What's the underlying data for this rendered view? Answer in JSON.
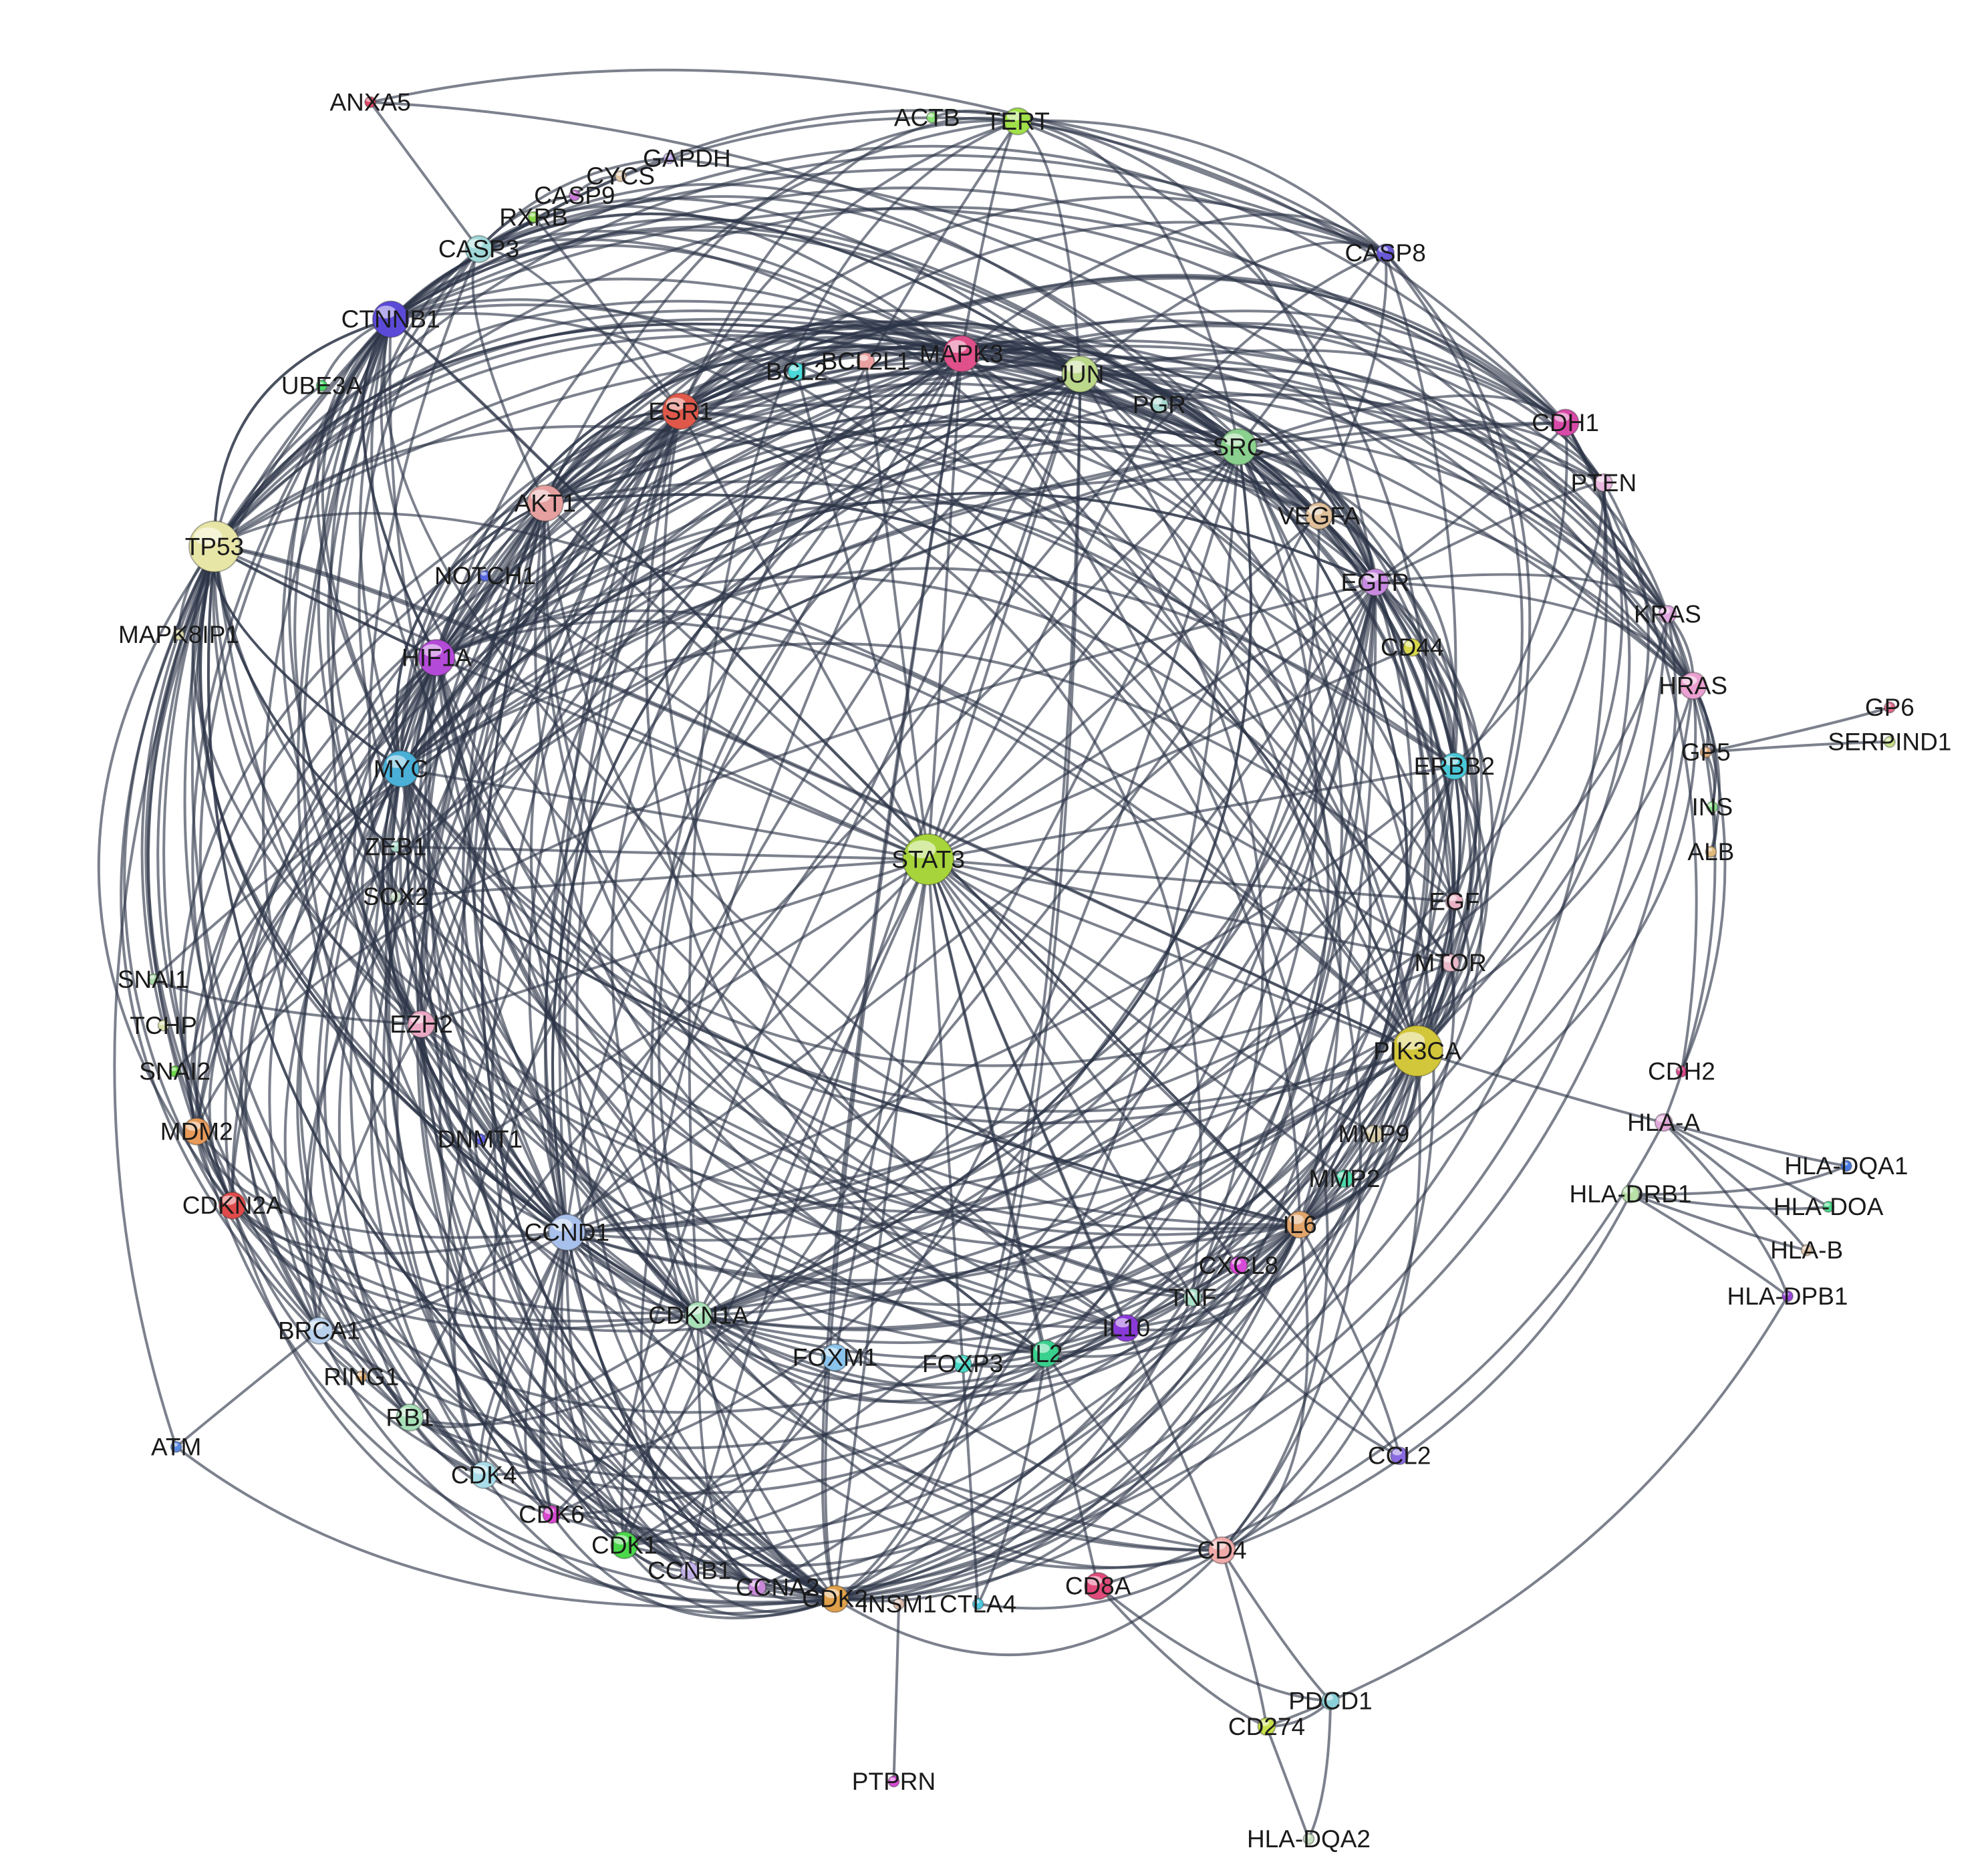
{
  "diagram": {
    "type": "protein-protein interaction network",
    "hub": "STAT3",
    "nodes": [
      {
        "id": "STAT3",
        "color": "#a6d43a",
        "size": "xl"
      },
      {
        "id": "TP53",
        "color": "#e8e6a6",
        "size": "xl"
      },
      {
        "id": "PIK3CA",
        "color": "#d2c63a",
        "size": "xl"
      },
      {
        "id": "MAPK3",
        "color": "#e0508a",
        "size": "l"
      },
      {
        "id": "AKT1",
        "color": "#e6a0a0",
        "size": "l"
      },
      {
        "id": "CTNNB1",
        "color": "#5b4ad8",
        "size": "l"
      },
      {
        "id": "SRC",
        "color": "#8ad08e",
        "size": "l"
      },
      {
        "id": "JUN",
        "color": "#bcd88a",
        "size": "l"
      },
      {
        "id": "ESR1",
        "color": "#e0584a",
        "size": "l"
      },
      {
        "id": "HIF1A",
        "color": "#b44ad8",
        "size": "l"
      },
      {
        "id": "MYC",
        "color": "#4ab0d8",
        "size": "l"
      },
      {
        "id": "CCND1",
        "color": "#a8c0ec",
        "size": "l"
      },
      {
        "id": "EGFR",
        "color": "#c88ae0",
        "size": "m"
      },
      {
        "id": "CDKN1A",
        "color": "#a8e0b8",
        "size": "m"
      },
      {
        "id": "IL2",
        "color": "#3ad08e",
        "size": "m"
      },
      {
        "id": "CDK2",
        "color": "#e0a04a",
        "size": "m"
      },
      {
        "id": "MDM2",
        "color": "#e89a5a",
        "size": "m"
      },
      {
        "id": "CDKN2A",
        "color": "#e04a4a",
        "size": "m"
      },
      {
        "id": "RB1",
        "color": "#a8e0b8",
        "size": "m"
      },
      {
        "id": "CDK4",
        "color": "#a8dce8",
        "size": "m"
      },
      {
        "id": "CDK1",
        "color": "#4ad84a",
        "size": "m"
      },
      {
        "id": "CD4",
        "color": "#f0aaaa",
        "size": "m"
      },
      {
        "id": "IL6",
        "color": "#e0a46a",
        "size": "m"
      },
      {
        "id": "BRCA1",
        "color": "#b8d0ec",
        "size": "m"
      },
      {
        "id": "FOXM1",
        "color": "#8ac4ec",
        "size": "m"
      },
      {
        "id": "IL10",
        "color": "#8a3ad8",
        "size": "m"
      },
      {
        "id": "CASP3",
        "color": "#a0d8d8",
        "size": "m"
      },
      {
        "id": "ERBB2",
        "color": "#4ac8d8",
        "size": "m"
      },
      {
        "id": "CDH1",
        "color": "#d84aa8",
        "size": "m"
      },
      {
        "id": "HRAS",
        "color": "#eaa0d0",
        "size": "m"
      },
      {
        "id": "TERT",
        "color": "#a0e04a",
        "size": "m"
      },
      {
        "id": "EZH2",
        "color": "#eaa8c4",
        "size": "m"
      },
      {
        "id": "VEGFA",
        "color": "#e0c09a",
        "size": "m"
      },
      {
        "id": "CD8A",
        "color": "#e04a7a",
        "size": "m"
      },
      {
        "id": "TNF",
        "color": "#a8e0c8",
        "size": "s"
      },
      {
        "id": "CCNA2",
        "color": "#c88ad8",
        "size": "s"
      },
      {
        "id": "CCNB1",
        "color": "#c0b0e8",
        "size": "s"
      },
      {
        "id": "CDK6",
        "color": "#d84ad0",
        "size": "s"
      },
      {
        "id": "BCL2L1",
        "color": "#eaa0a0",
        "size": "s"
      },
      {
        "id": "KRAS",
        "color": "#e0a8e0",
        "size": "s"
      },
      {
        "id": "PTEN",
        "color": "#eab8e0",
        "size": "s"
      },
      {
        "id": "CASP8",
        "color": "#6a5ad8",
        "size": "s"
      },
      {
        "id": "FOXP3",
        "color": "#4ad8c8",
        "size": "s"
      },
      {
        "id": "HLA-A",
        "color": "#e0a8d8",
        "size": "s"
      },
      {
        "id": "HLA-DRB1",
        "color": "#b8e0a8",
        "size": "s"
      },
      {
        "id": "EGF",
        "color": "#eab0c4",
        "size": "s"
      },
      {
        "id": "MMP9",
        "color": "#d8cca8",
        "size": "s"
      },
      {
        "id": "CXCL8",
        "color": "#d84ad8",
        "size": "s"
      },
      {
        "id": "MTOR",
        "color": "#eab8c8",
        "size": "s"
      },
      {
        "id": "BCL2",
        "color": "#4ad8d8",
        "size": "s"
      },
      {
        "id": "PGR",
        "color": "#a8d8d0",
        "size": "s"
      },
      {
        "id": "CD44",
        "color": "#d8d84a",
        "size": "s"
      },
      {
        "id": "MMP2",
        "color": "#4ad8a8",
        "size": "s"
      },
      {
        "id": "CCL2",
        "color": "#8a6ae0",
        "size": "s"
      },
      {
        "id": "CD274",
        "color": "#c8e04a",
        "size": "s"
      },
      {
        "id": "PDCD1",
        "color": "#8ad0d8",
        "size": "s"
      },
      {
        "id": "GAPDH",
        "color": "#c0a8e8",
        "size": "xs"
      },
      {
        "id": "CYCS",
        "color": "#e0c8a8",
        "size": "xs"
      },
      {
        "id": "CASP9",
        "color": "#c87ad8",
        "size": "xs"
      },
      {
        "id": "RXRB",
        "color": "#8ad84a",
        "size": "xs"
      },
      {
        "id": "ACTB",
        "color": "#8ae07a",
        "size": "xs"
      },
      {
        "id": "ANXA5",
        "color": "#e04a6a",
        "size": "xs"
      },
      {
        "id": "UBE3A",
        "color": "#4ad86a",
        "size": "xs"
      },
      {
        "id": "NOTCH1",
        "color": "#5a6ae0",
        "size": "xs"
      },
      {
        "id": "MAPK8IP1",
        "color": "#d8d8a8",
        "size": "xs"
      },
      {
        "id": "ZEB1",
        "color": "#a8d8c8",
        "size": "xs"
      },
      {
        "id": "SOX2",
        "color": "#c8e0c8",
        "size": "xs"
      },
      {
        "id": "DNMT1",
        "color": "#5a5ae0",
        "size": "xs"
      },
      {
        "id": "SNAI1",
        "color": "#a8d8a8",
        "size": "xs"
      },
      {
        "id": "TCHP",
        "color": "#d8e0a8",
        "size": "xs"
      },
      {
        "id": "SNAI2",
        "color": "#6ad84a",
        "size": "xs"
      },
      {
        "id": "RING1",
        "color": "#e0a86a",
        "size": "xs"
      },
      {
        "id": "ATM",
        "color": "#5a8ae0",
        "size": "xs"
      },
      {
        "id": "INSM1",
        "color": "#d8b8a8",
        "size": "xs"
      },
      {
        "id": "CTLA4",
        "color": "#4ac8e0",
        "size": "xs"
      },
      {
        "id": "PTPRN",
        "color": "#d84ad8",
        "size": "xs"
      },
      {
        "id": "HLA-DQA2",
        "color": "#c8e0c0",
        "size": "xs"
      },
      {
        "id": "GP6",
        "color": "#e06a8a",
        "size": "xs"
      },
      {
        "id": "SERPIND1",
        "color": "#c8e08a",
        "size": "xs"
      },
      {
        "id": "GP5",
        "color": "#e0a87a",
        "size": "xs"
      },
      {
        "id": "INS",
        "color": "#8ae08a",
        "size": "xs"
      },
      {
        "id": "ALB",
        "color": "#e0b87a",
        "size": "xs"
      },
      {
        "id": "CDH2",
        "color": "#d84a8a",
        "size": "xs"
      },
      {
        "id": "HLA-DQA1",
        "color": "#4a7ae0",
        "size": "xs"
      },
      {
        "id": "HLA-DOA",
        "color": "#4ad88a",
        "size": "xs"
      },
      {
        "id": "HLA-B",
        "color": "#e0c8a8",
        "size": "xs"
      },
      {
        "id": "HLA-DPB1",
        "color": "#9a4ad8",
        "size": "xs"
      }
    ]
  }
}
